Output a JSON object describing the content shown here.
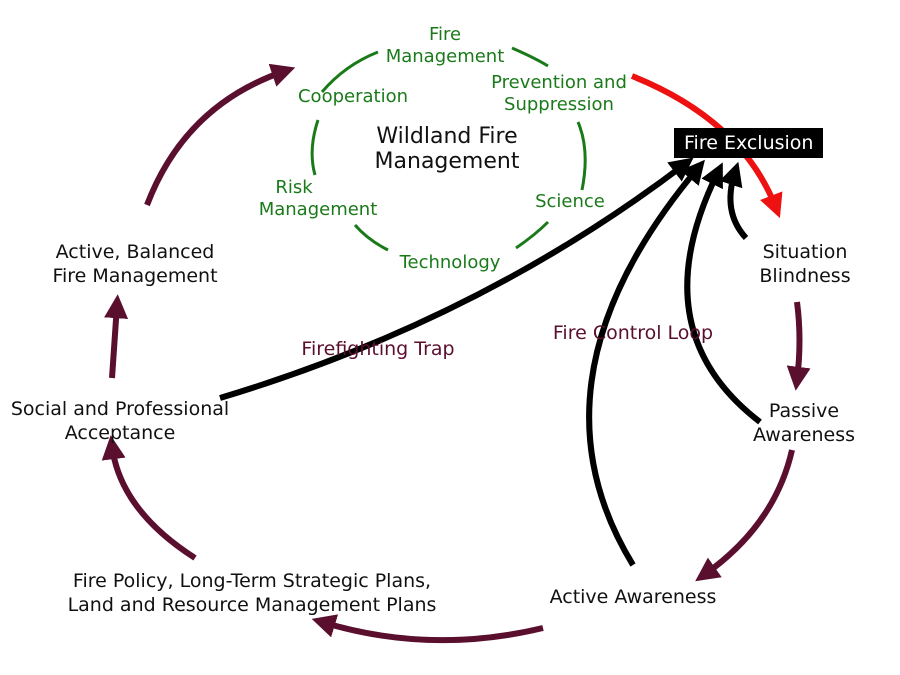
{
  "colors": {
    "green": "#1a7a1a",
    "maroon": "#5a0f2e",
    "red": "#ee1111",
    "black": "#000000"
  },
  "center": {
    "line1": "Wildland Fire",
    "line2": "Management"
  },
  "ring_labels": {
    "fire_mgmt_1": "Fire",
    "fire_mgmt_2": "Management",
    "prevention_1": "Prevention and",
    "prevention_2": "Suppression",
    "cooperation": "Cooperation",
    "risk_1": "Risk",
    "risk_2": "Management",
    "science": "Science",
    "technology": "Technology"
  },
  "nodes": {
    "fire_exclusion": "Fire Exclusion",
    "situation_1": "Situation",
    "situation_2": "Blindness",
    "passive_1": "Passive",
    "passive_2": "Awareness",
    "active_awareness": "Active Awareness",
    "policy_1": "Fire Policy, Long-Term Strategic Plans,",
    "policy_2": "Land and Resource Management Plans",
    "social_1": "Social and Professional",
    "social_2": "Acceptance",
    "balanced_1": "Active, Balanced",
    "balanced_2": "Fire Management"
  },
  "loops": {
    "firefighting_trap": "Firefighting Trap",
    "fire_control_loop": "Fire Control Loop"
  }
}
